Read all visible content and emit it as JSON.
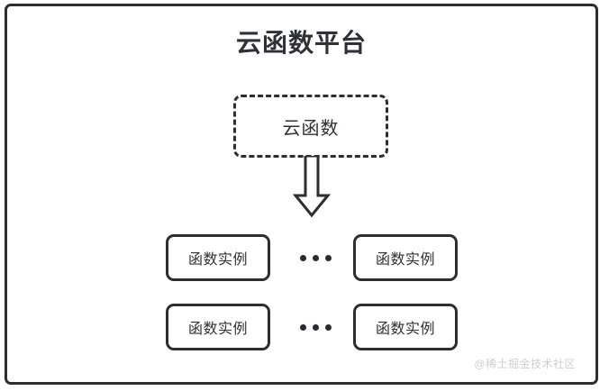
{
  "diagram": {
    "title": "云函数平台",
    "cloud_function": {
      "label": "云函数",
      "border_style": "dashed"
    },
    "arrow": {
      "name": "down-block-arrow",
      "direction": "down"
    },
    "rows": [
      {
        "left_instance": "函数实例",
        "ellipsis": "•••",
        "right_instance": "函数实例"
      },
      {
        "left_instance": "函数实例",
        "ellipsis": "•••",
        "right_instance": "函数实例"
      }
    ],
    "watermark": "@稀土掘金技术社区",
    "colors": {
      "stroke": "#2e2e2e",
      "text": "#2f3136",
      "background": "#ffffff",
      "watermark": "#cfcfcf"
    }
  }
}
